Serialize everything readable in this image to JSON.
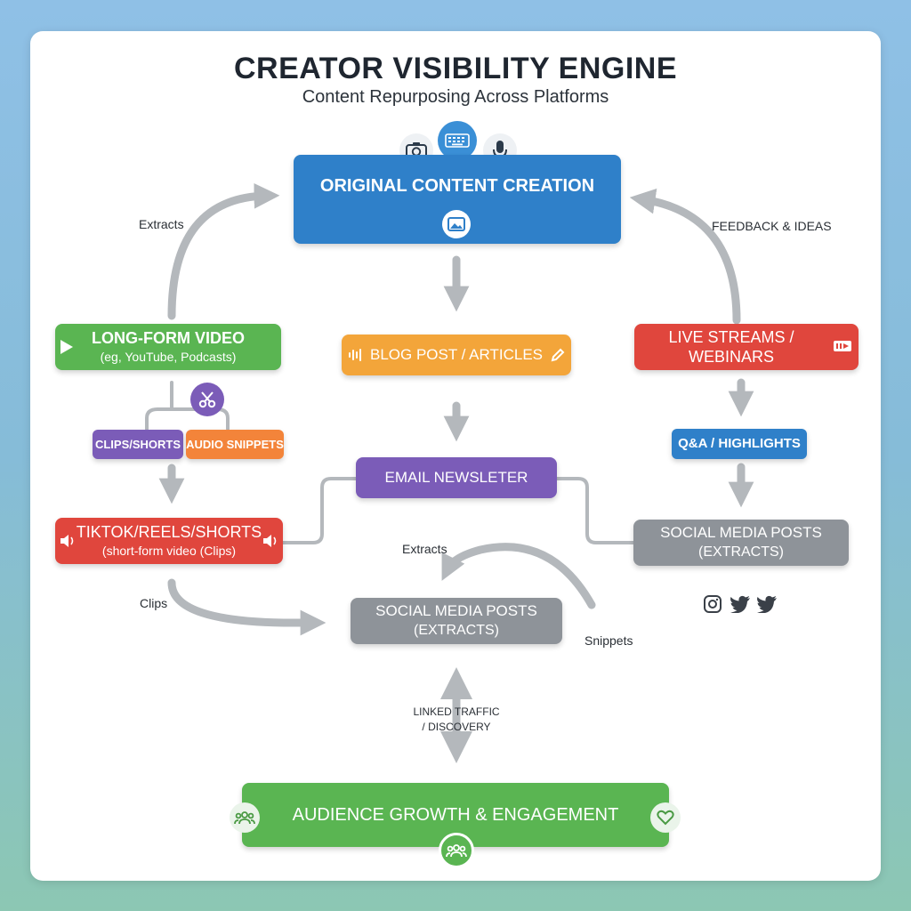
{
  "title": "CREATOR VISIBILITY ENGINE",
  "subtitle": "Content Repurposing Across Platforms",
  "nodes": {
    "original": {
      "label": "ORIGINAL CONTENT CREATION"
    },
    "long_form": {
      "label": "LONG-FORM VIDEO",
      "sub": "(eg, YouTube, Podcasts)"
    },
    "blog": {
      "label": "BLOG POST / ARTICLES"
    },
    "live": {
      "label_line1": "LIVE STREAMS /",
      "label_line2": "WEBINARS"
    },
    "clips_shorts": {
      "label": "CLIPS/SHORTS"
    },
    "audio_snippets": {
      "label": "AUDIO SNIPPETS"
    },
    "qa": {
      "label": "Q&A / HIGHLIGHTS"
    },
    "email": {
      "label": "EMAIL NEWSLETER"
    },
    "tiktok": {
      "label": "TIKTOK/REELS/SHORTS",
      "sub": "(short-form video (Clips)"
    },
    "social_right": {
      "label_line1": "SOCIAL MEDIA POSTS",
      "label_line2": "(EXTRACTS)"
    },
    "social_center": {
      "label_line1": "SOCIAL MEDIA POSTS",
      "label_line2": "(EXTRACTS)"
    },
    "audience": {
      "label": "AUDIENCE GROWTH & ENGAGEMENT"
    }
  },
  "edge_labels": {
    "extracts_left": "Extracts",
    "feedback": "FEEDBACK & IDEAS",
    "extracts_center": "Extracts",
    "clips": "Clips",
    "snippets": "Snippets",
    "linked_line1": "LINKED TRAFFIC",
    "linked_line2": "/ DISCOVERY"
  },
  "icons": [
    "camera-icon",
    "keyboard-icon",
    "microphone-icon",
    "image-icon",
    "play-icon",
    "audio-wave-icon",
    "pencil-icon",
    "live-badge-icon",
    "scissors-icon",
    "speaker-icon",
    "instagram-icon",
    "twitter-icon",
    "people-icon",
    "heart-icon"
  ],
  "colors": {
    "blue": "#2f80c9",
    "green": "#5ab552",
    "orange": "#f3a53a",
    "red": "#e0463d",
    "purple": "#7b5cb8",
    "gray": "#8e9399",
    "arrow": "#b4b8bc"
  }
}
